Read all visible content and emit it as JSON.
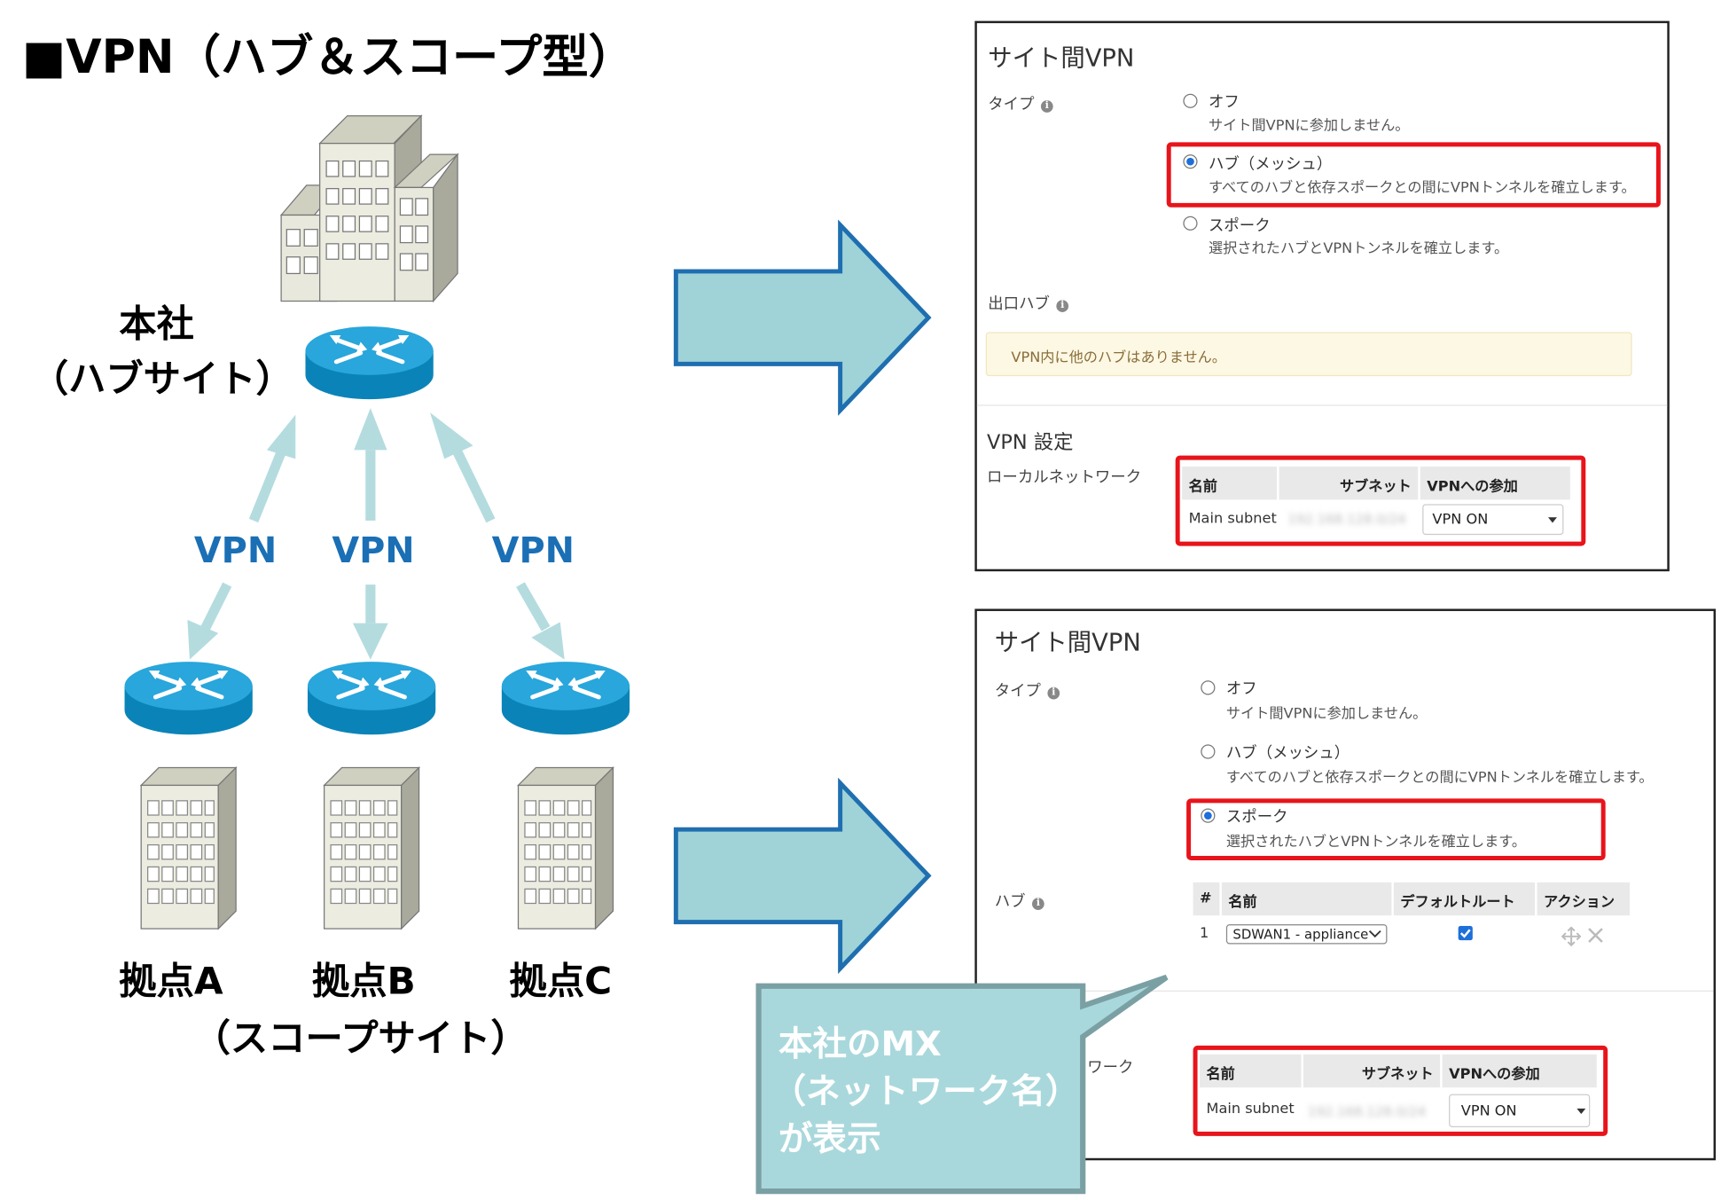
{
  "diagram_title": "■VPN（ハブ＆スコープ型）",
  "hq": {
    "label": "本社",
    "sublabel": "（ハブサイト）"
  },
  "vpn_labels": [
    "VPN",
    "VPN",
    "VPN"
  ],
  "branches": [
    "拠点A",
    "拠点B",
    "拠点C"
  ],
  "branch_caption": "（スコープサイト）",
  "panel_top": {
    "title": "サイト間VPN",
    "type_label": "タイプ",
    "options": [
      {
        "label": "オフ",
        "desc": "サイト間VPNに参加しません。",
        "selected": false
      },
      {
        "label": "ハブ（メッシュ）",
        "desc": "すべてのハブと依存スポークとの間にVPNトンネルを確立します。",
        "selected": true
      },
      {
        "label": "スポーク",
        "desc": "選択されたハブとVPNトンネルを確立します。",
        "selected": false
      }
    ],
    "exit_hub_label": "出口ハブ",
    "notice": "VPN内に他のハブはありません。",
    "settings_title": "VPN 設定",
    "local_network_label": "ローカルネットワーク",
    "table": {
      "headers": [
        "名前",
        "サブネット",
        "VPNへの参加"
      ],
      "row": {
        "name": "Main subnet",
        "subnet": "192.168.128.0/24",
        "participation": "VPN ON"
      }
    }
  },
  "panel_bottom": {
    "title": "サイト間VPN",
    "type_label": "タイプ",
    "options": [
      {
        "label": "オフ",
        "desc": "サイト間VPNに参加しません。",
        "selected": false
      },
      {
        "label": "ハブ（メッシュ）",
        "desc": "すべてのハブと依存スポークとの間にVPNトンネルを確立します。",
        "selected": false
      },
      {
        "label": "スポーク",
        "desc": "選択されたハブとVPNトンネルを確立します。",
        "selected": true
      }
    ],
    "hub_label": "ハブ",
    "hub_table": {
      "headers": [
        "#",
        "名前",
        "デフォルトルート",
        "アクション"
      ],
      "row": {
        "index": "1",
        "name": "SDWAN1 - appliance",
        "default_route": true
      }
    },
    "local_network_label_fragment": "ワーク",
    "table": {
      "headers": [
        "名前",
        "サブネット",
        "VPNへの参加"
      ],
      "row": {
        "name": "Main subnet",
        "subnet": "192.168.128.0/24",
        "participation": "VPN ON"
      }
    }
  },
  "callout": {
    "lines": [
      "本社のMX",
      "（ネットワーク名）",
      "が表示"
    ]
  },
  "colors": {
    "highlight": "#e8141b",
    "vpn_text": "#1a6fb5",
    "arrow_fill": "#9fd3d8",
    "arrow_stroke": "#1f6fb0",
    "callout_fill": "#a9d8dc",
    "link_arrow": "#b4dcdf"
  }
}
